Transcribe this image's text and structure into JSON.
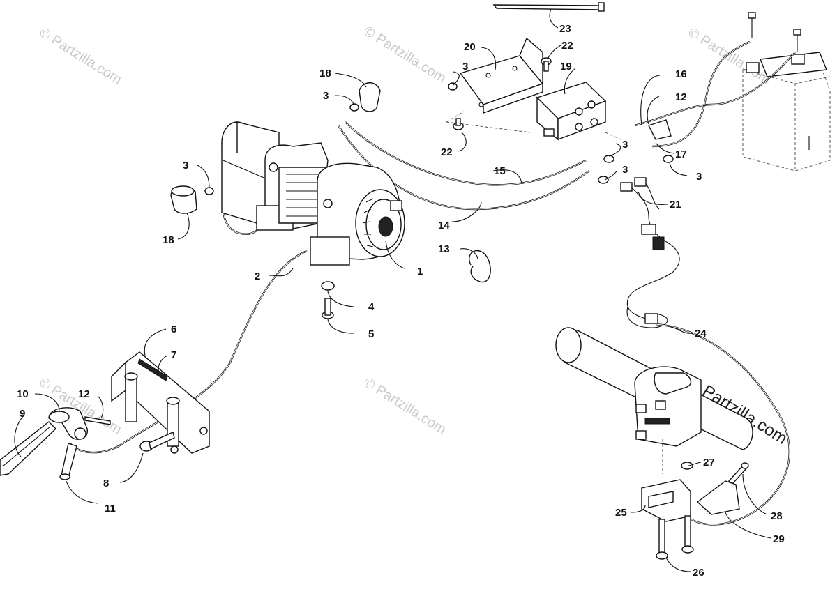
{
  "watermark": {
    "text": "© Partzilla.com"
  },
  "callouts": [
    {
      "id": "1",
      "label": "1"
    },
    {
      "id": "2",
      "label": "2"
    },
    {
      "id": "3a",
      "label": "3"
    },
    {
      "id": "3b",
      "label": "3"
    },
    {
      "id": "3c",
      "label": "3"
    },
    {
      "id": "3d",
      "label": "3"
    },
    {
      "id": "3e",
      "label": "3"
    },
    {
      "id": "3f",
      "label": "3"
    },
    {
      "id": "4",
      "label": "4"
    },
    {
      "id": "5",
      "label": "5"
    },
    {
      "id": "6",
      "label": "6"
    },
    {
      "id": "7",
      "label": "7"
    },
    {
      "id": "8",
      "label": "8"
    },
    {
      "id": "9",
      "label": "9"
    },
    {
      "id": "10",
      "label": "10"
    },
    {
      "id": "11",
      "label": "11"
    },
    {
      "id": "12a",
      "label": "12"
    },
    {
      "id": "12b",
      "label": "12"
    },
    {
      "id": "13",
      "label": "13"
    },
    {
      "id": "14",
      "label": "14"
    },
    {
      "id": "15",
      "label": "15"
    },
    {
      "id": "16",
      "label": "16"
    },
    {
      "id": "17",
      "label": "17"
    },
    {
      "id": "18a",
      "label": "18"
    },
    {
      "id": "18b",
      "label": "18"
    },
    {
      "id": "19",
      "label": "19"
    },
    {
      "id": "20",
      "label": "20"
    },
    {
      "id": "21",
      "label": "21"
    },
    {
      "id": "22a",
      "label": "22"
    },
    {
      "id": "22b",
      "label": "22"
    },
    {
      "id": "23",
      "label": "23"
    },
    {
      "id": "24",
      "label": "24"
    },
    {
      "id": "25",
      "label": "25"
    },
    {
      "id": "26",
      "label": "26"
    },
    {
      "id": "27",
      "label": "27"
    },
    {
      "id": "28",
      "label": "28"
    },
    {
      "id": "29",
      "label": "29"
    }
  ]
}
